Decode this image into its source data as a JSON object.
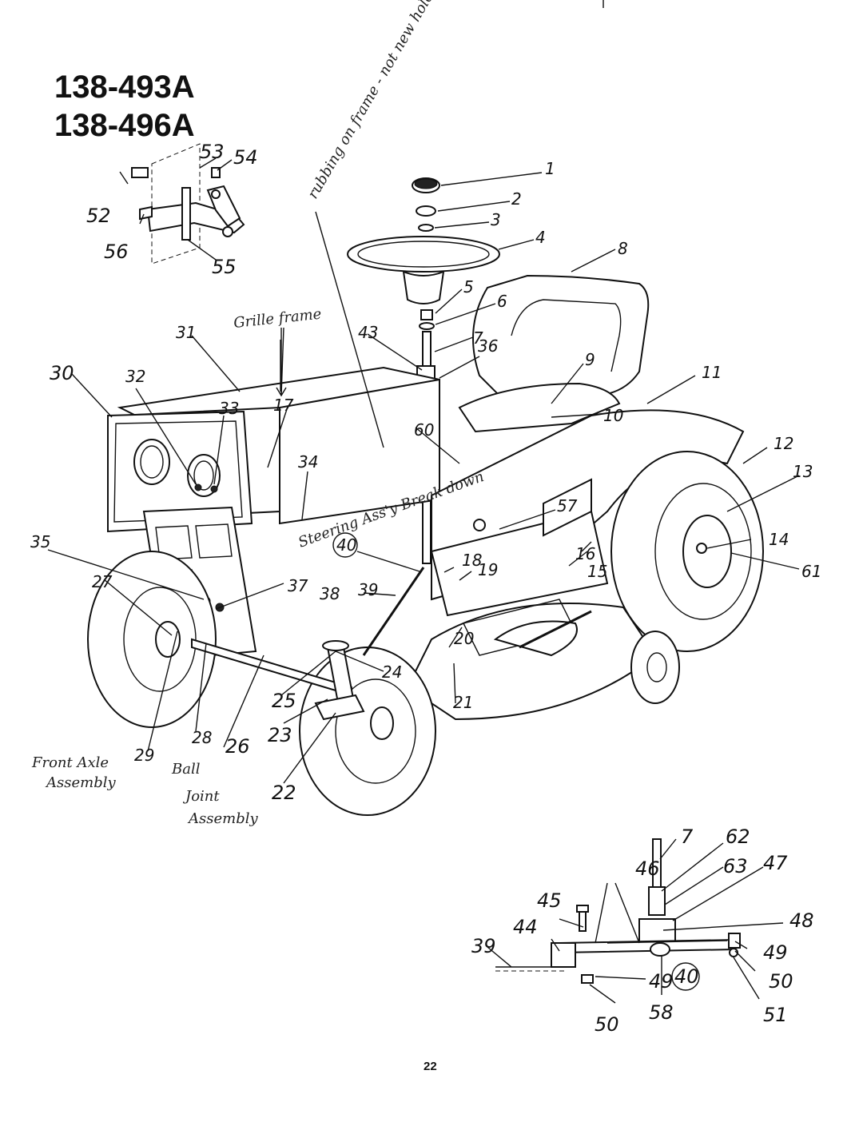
{
  "models": [
    "138-493A",
    "138-496A"
  ],
  "handwritten": {
    "top_note": "rubbing on frame - not new hole on frame",
    "grille_frame": "Grille frame",
    "steering_assy": "Steering Ass'y Break down",
    "front_axle": [
      "Front Axle",
      "Assembly"
    ],
    "ball_joint": [
      "Ball",
      "Joint",
      "Assembly"
    ]
  },
  "callouts": {
    "n1": "1",
    "n2": "2",
    "n3": "3",
    "n4": "4",
    "n5": "5",
    "n6": "6",
    "n7": "7",
    "n8": "8",
    "n9": "9",
    "n10": "10",
    "n11": "11",
    "n12": "12",
    "n13": "13",
    "n14": "14",
    "n15": "15",
    "n16": "16",
    "n17": "17",
    "n18": "18",
    "n19": "19",
    "n20": "20",
    "n21": "21",
    "n22": "22",
    "n23": "23",
    "n24": "24",
    "n25": "25",
    "n26": "26",
    "n27": "27",
    "n28": "28",
    "n29": "29",
    "n30": "30",
    "n31": "31",
    "n32": "32",
    "n33": "33",
    "n34": "34",
    "n35": "35",
    "n36": "36",
    "n37": "37",
    "n38": "38",
    "n39": "39",
    "n40": "40",
    "n43": "43",
    "n44": "44",
    "n45": "45",
    "n46": "46",
    "n47": "47",
    "n48": "48",
    "n49": "49",
    "n50": "50",
    "n51": "51",
    "n52": "52",
    "n53": "53",
    "n54": "54",
    "n55": "55",
    "n56": "56",
    "n57": "57",
    "n58": "58",
    "n60": "60",
    "n61": "61",
    "n62": "62",
    "n63": "63"
  },
  "page_number": "22"
}
